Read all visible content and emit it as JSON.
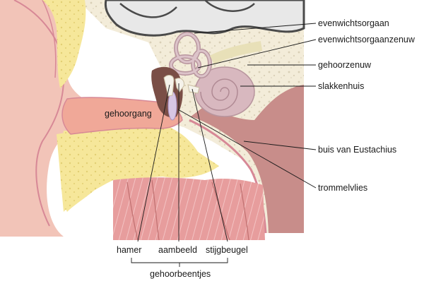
{
  "labels": {
    "balance_organ": "evenwichtsorgaan",
    "balance_nerve": "evenwichtsorgaanzenuw",
    "auditory_nerve": "gehoorzenuw",
    "cochlea": "slakkenhuis",
    "eustachian_tube": "buis van Eustachius",
    "eardrum": "trommelvlies",
    "ear_canal": "gehoorgang",
    "hammer": "hamer",
    "anvil": "aambeeld",
    "stirrup": "stijgbeugel",
    "ossicles": "gehoorbeentjes"
  },
  "colors": {
    "skin": "#f2c4b8",
    "cartilage": "#f5e79a",
    "bone": "#f3ecd9",
    "brain": "#e9e9e9",
    "canal": "#f0a898",
    "muscle": "#e8a0a0",
    "cochlea": "#d8b8bf",
    "eustachian": "#c88d8a",
    "outline": "#d78896"
  }
}
